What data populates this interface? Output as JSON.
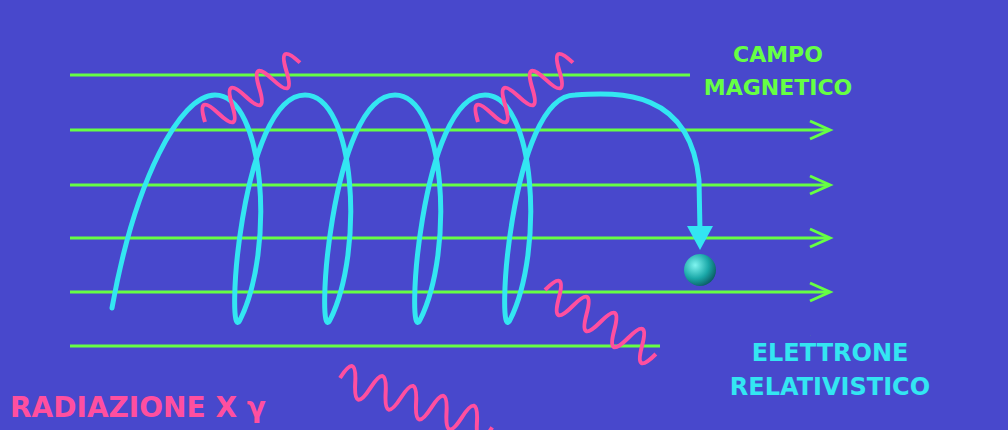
{
  "diagram": {
    "labels": [
      "CAMPO MAGNETICO",
      "ELETTRONE RELATIVISTICO",
      "RADIAZIONE X γ"
    ]
  }
}
